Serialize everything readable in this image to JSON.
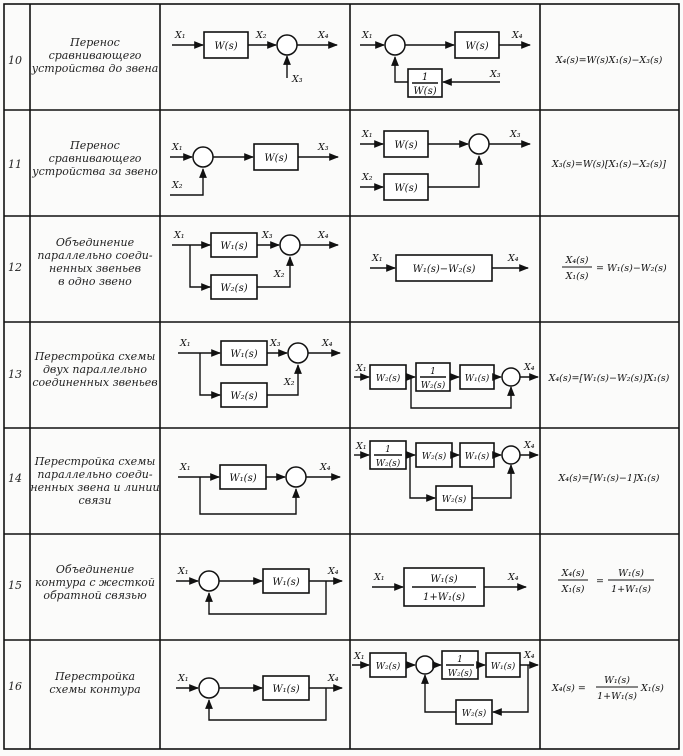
{
  "rows": [
    {
      "num": "10",
      "title": [
        "Перенос",
        "сравнивающего",
        "устройства до звена"
      ],
      "formula": "X₄(s)=W(s)X₁(s)−X₃(s)",
      "original": {
        "x1": "X₁",
        "block": "W(s)",
        "x2": "X₂",
        "x3": "X₃",
        "x4": "X₄"
      },
      "equivalent": {
        "x1": "X₁",
        "block": "W(s)",
        "fb_num": "1",
        "fb_den": "W(s)",
        "x3": "X₃",
        "x4": "X₄"
      }
    },
    {
      "num": "11",
      "title": [
        "Перенос",
        "сравнивающего",
        "устройства за звено"
      ],
      "formula": "X₃(s)=W(s)[X₁(s)−X₂(s)]",
      "original": {
        "x1": "X₁",
        "x2": "X₂",
        "block": "W(s)",
        "x3": "X₃"
      },
      "equivalent": {
        "x1": "X₁",
        "block1": "W(s)",
        "x2": "X₂",
        "block2": "W(s)",
        "x3": "X₃"
      }
    },
    {
      "num": "12",
      "title": [
        "Объединение",
        "параллельно соеди-",
        "ненных звеньев",
        "в одно звено"
      ],
      "formula": {
        "lhs_num": "X₄(s)",
        "lhs_den": "X₁(s)",
        "rhs": "= W₁(s)−W₂(s)"
      },
      "original": {
        "x1": "X₁",
        "block1": "W₁(s)",
        "block2": "W₂(s)",
        "x3": "X₃",
        "x2": "X₂",
        "x4": "X₄"
      },
      "equivalent": {
        "x1": "X₁",
        "block": "W₁(s)−W₂(s)",
        "x4": "X₄"
      }
    },
    {
      "num": "13",
      "title": [
        "Перестройка схемы",
        "двух параллельно",
        "соединенных звеньев"
      ],
      "formula": "X₄(s)=[W₁(s)−W₂(s)]X₁(s)",
      "original": {
        "x1": "X₁",
        "block1": "W₁(s)",
        "block2": "W₂(s)",
        "x3": "X₃",
        "x2": "X₂",
        "x4": "X₄"
      },
      "equivalent": {
        "x1": "X₁",
        "block_a": "W₂(s)",
        "inv_num": "1",
        "inv_den": "W₂(s)",
        "block_b": "W₁(s)",
        "x4": "X₄"
      }
    },
    {
      "num": "14",
      "title": [
        "Перестройка схемы",
        "параллельно соеди-",
        "ненных звена и линии",
        "связи"
      ],
      "formula": "X₄(s)=[W₁(s)−1]X₁(s)",
      "original": {
        "x1": "X₁",
        "block": "W₁(s)",
        "x4": "X₄"
      },
      "equivalent": {
        "x1": "X₁",
        "inv_num": "1",
        "inv_den": "W₂(s)",
        "block_a": "W₂(s)",
        "block_b": "W₁(s)",
        "block_fb": "W₂(s)",
        "x4": "X₄"
      }
    },
    {
      "num": "15",
      "title": [
        "Объединение",
        "контура с жесткой",
        "обратной связью"
      ],
      "formula": {
        "lhs_num": "X₄(s)",
        "lhs_den": "X₁(s)",
        "rhs_num": "W₁(s)",
        "rhs_den": "1+W₁(s)"
      },
      "original": {
        "x1": "X₁",
        "block": "W₁(s)",
        "x4": "X₄"
      },
      "equivalent": {
        "x1": "X₁",
        "block_num": "W₁(s)",
        "block_den": "1+W₁(s)",
        "x4": "X₄"
      }
    },
    {
      "num": "16",
      "title": [
        "Перестройка",
        "схемы контура"
      ],
      "formula": {
        "lhs": "X₄(s) =",
        "rhs_num": "W₁(s)",
        "rhs_den": "1+W₁(s)",
        "tail": "X₁(s)"
      },
      "original": {
        "x1": "X₁",
        "block": "W₁(s)",
        "x4": "X₄"
      },
      "equivalent": {
        "x1": "X₁",
        "block_a": "W₂(s)",
        "inv_num": "1",
        "inv_den": "W₂(s)",
        "block_b": "W₁(s)",
        "block_fb": "W₂(s)",
        "x4": "X₄"
      }
    }
  ]
}
